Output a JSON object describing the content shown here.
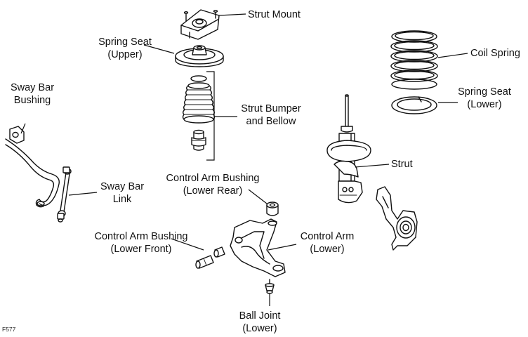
{
  "figure_code": "F577",
  "labels": {
    "strut_mount": "Strut Mount",
    "spring_seat_upper": [
      "Spring Seat",
      "(Upper)"
    ],
    "coil_spring": "Coil Spring",
    "spring_seat_lower": [
      "Spring Seat",
      "(Lower)"
    ],
    "sway_bar_bushing": [
      "Sway Bar",
      "Bushing"
    ],
    "strut_bumper": [
      "Strut Bumper",
      "and Bellow"
    ],
    "strut": "Strut",
    "sway_bar_link": [
      "Sway Bar",
      "Link"
    ],
    "control_arm_bushing_rear": [
      "Control Arm Bushing",
      "(Lower Rear)"
    ],
    "control_arm_bushing_front": [
      "Control Arm Bushing",
      "(Lower Front)"
    ],
    "control_arm": [
      "Control Arm",
      "(Lower)"
    ],
    "ball_joint": [
      "Ball Joint",
      "(Lower)"
    ]
  }
}
